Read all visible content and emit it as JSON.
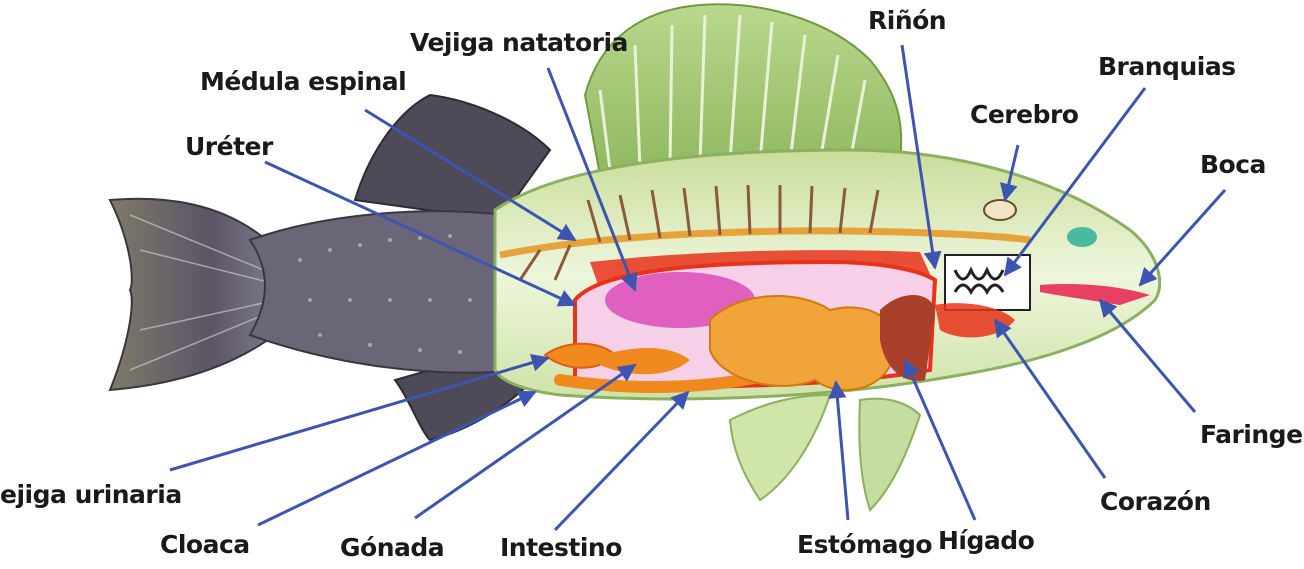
{
  "labels": {
    "medula_espinal": "Médula espinal",
    "vejiga_natatoria": "Vejiga natatoria",
    "rinon": "Riñón",
    "branquias": "Branquias",
    "cerebro": "Cerebro",
    "ureter": "Uréter",
    "boca": "Boca",
    "faringe": "Faringe",
    "vejiga_urinaria": "ejiga urinaria",
    "cloaca": "Cloaca",
    "gonada": "Gónada",
    "intestino": "Intestino",
    "estomago": "Estómago",
    "higado": "Hígado",
    "corazon": "Corazón"
  },
  "colors": {
    "arrow": "#3d55b0",
    "fin": "#9bc46a",
    "body": "#dcebc0",
    "tail": "#6e6a78",
    "spine": "#e8a23a",
    "swim_bladder": "#e060c0",
    "organs": "#f08a1e",
    "kidney": "#e8321a",
    "liver": "#a8402a"
  }
}
